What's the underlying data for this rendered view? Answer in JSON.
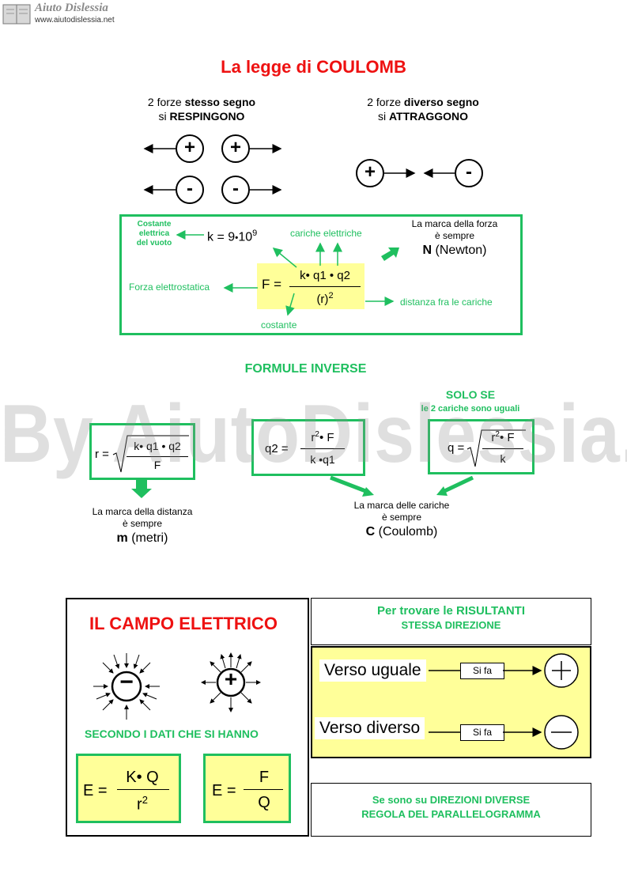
{
  "logo": {
    "name": "Aiuto Dislessia",
    "url": "www.aiutodislessia.net"
  },
  "title": "La legge di COULOMB",
  "same_sign": {
    "line1_plain": "2 forze ",
    "line1_bold": "stesso segno",
    "line2_plain": "si ",
    "line2_bold": "RESPINGONO"
  },
  "diff_sign": {
    "line1_plain": "2 forze ",
    "line1_bold": "diverso segno",
    "line2_plain": "si ",
    "line2_bold": "ATTRAGGONO"
  },
  "charges": {
    "plus": "+",
    "minus": "-"
  },
  "coulomb_box": {
    "costante_label": [
      "Costante",
      "elettrica",
      "del vuoto"
    ],
    "k_formula": "k = 9",
    "k_dot": "•",
    "k_ten": "10",
    "k_exp": "9",
    "cariche_label": "cariche elettriche",
    "marca_line1": "La marca della forza",
    "marca_line2": "è sempre",
    "marca_unit_bold": "N",
    "marca_unit": " (Newton)",
    "forza_label": "Forza elettrostatica",
    "F_eq": "F =",
    "numerator": "k• q1 • q2",
    "denominator": "(r)",
    "denominator_exp": "2",
    "distanza_label": "distanza fra le cariche",
    "costante_small": "costante"
  },
  "formule_inverse": {
    "heading": "FORMULE INVERSE",
    "solo_se": "SOLO SE",
    "solo_se_sub": "le 2 cariche sono uguali",
    "r_formula": {
      "lhs": "r =",
      "num": "k• q1 • q2",
      "den": "F"
    },
    "q2_formula": {
      "lhs": "q2 =",
      "num": "r",
      "num_exp": "2",
      "num_rest": "• F",
      "den": "k •q1"
    },
    "q_formula": {
      "lhs": "q =",
      "num": "r",
      "num_exp": "2",
      "num_rest": "• F",
      "den": "k"
    },
    "distanza_line1": "La marca della distanza",
    "distanza_line2": "è sempre",
    "distanza_unit_bold": "m",
    "distanza_unit": " (metri)",
    "cariche_line1": "La marca delle cariche",
    "cariche_line2": "è sempre",
    "cariche_unit_bold": "C",
    "cariche_unit": " (Coulomb)"
  },
  "campo": {
    "title": "IL CAMPO ELETTRICO",
    "secondo": "SECONDO I DATI CHE SI HANNO",
    "minus_sign": "−",
    "plus_sign": "+",
    "E1": {
      "lhs": "E =",
      "num": "K• Q",
      "den": "r",
      "den_exp": "2"
    },
    "E2": {
      "lhs": "E =",
      "num": "F",
      "den": "Q"
    }
  },
  "risultanti": {
    "line1": "Per trovare le RISULTANTI",
    "line2": "STESSA DIREZIONE",
    "verso_uguale": "Verso uguale",
    "verso_diverso": "Verso diverso",
    "si_fa": "Si fa",
    "dir_diverse_1": "Se sono su DIREZIONI DIVERSE",
    "dir_diverse_2": "REGOLA DEL PARALLELOGRAMMA"
  },
  "watermark": "By AiutoDislessia.net"
}
